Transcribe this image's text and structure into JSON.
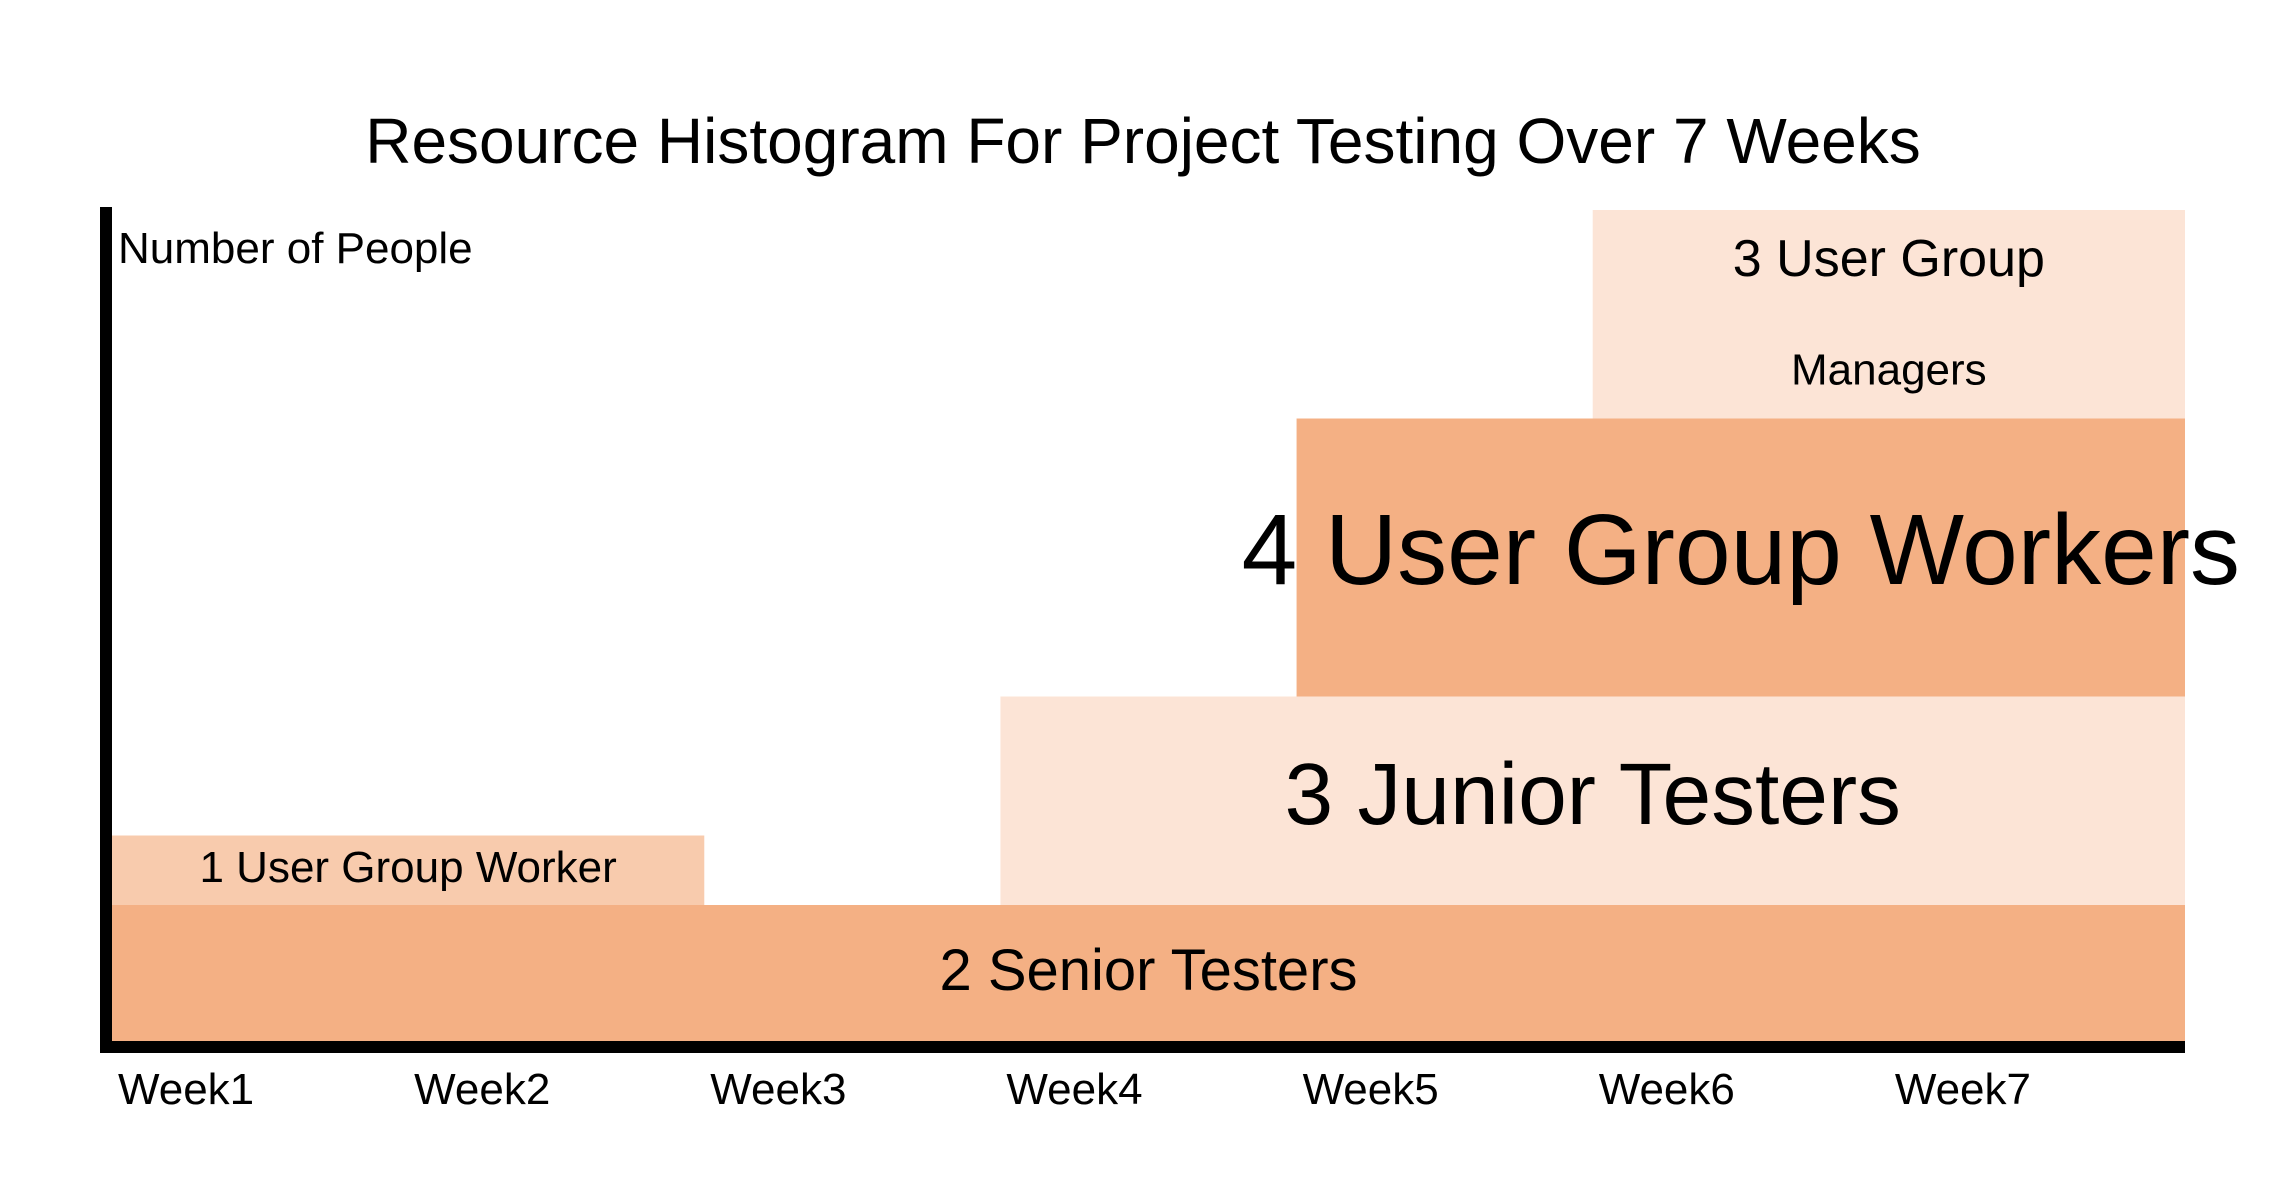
{
  "chart_data": {
    "type": "bar",
    "title": "Resource Histogram For Project Testing Over 7 Weeks",
    "ylabel": "Number of People",
    "xlabel": "",
    "categories": [
      "Week1",
      "Week2",
      "Week3",
      "Week4",
      "Week5",
      "Week6",
      "Week7"
    ],
    "ylim": [
      0,
      12
    ],
    "grid": false,
    "colors": {
      "dark": "#f4b084",
      "light": "#fce4d6",
      "mid": "#f8cbad",
      "axis": "#000000"
    },
    "blocks": [
      {
        "label": "2 Senior Testers",
        "start_week": 1,
        "end_week": 7,
        "bottom": 0,
        "count": 2,
        "color": "#f4b084"
      },
      {
        "label": "1 User Group Worker",
        "start_week": 1,
        "end_week": 2,
        "bottom": 2,
        "count": 1,
        "color": "#f8cbad"
      },
      {
        "label": "3 Junior Testers",
        "start_week": 4,
        "end_week": 7,
        "bottom": 2,
        "count": 3,
        "color": "#fce4d6"
      },
      {
        "label": "4 User Group Workers",
        "start_week": 5,
        "end_week": 7,
        "bottom": 5,
        "count": 4,
        "color": "#f4b084"
      },
      {
        "label_lines": [
          "3 User Group",
          "Managers"
        ],
        "start_week": 6,
        "end_week": 7,
        "bottom": 9,
        "count": 3,
        "color": "#fce4d6"
      }
    ]
  }
}
